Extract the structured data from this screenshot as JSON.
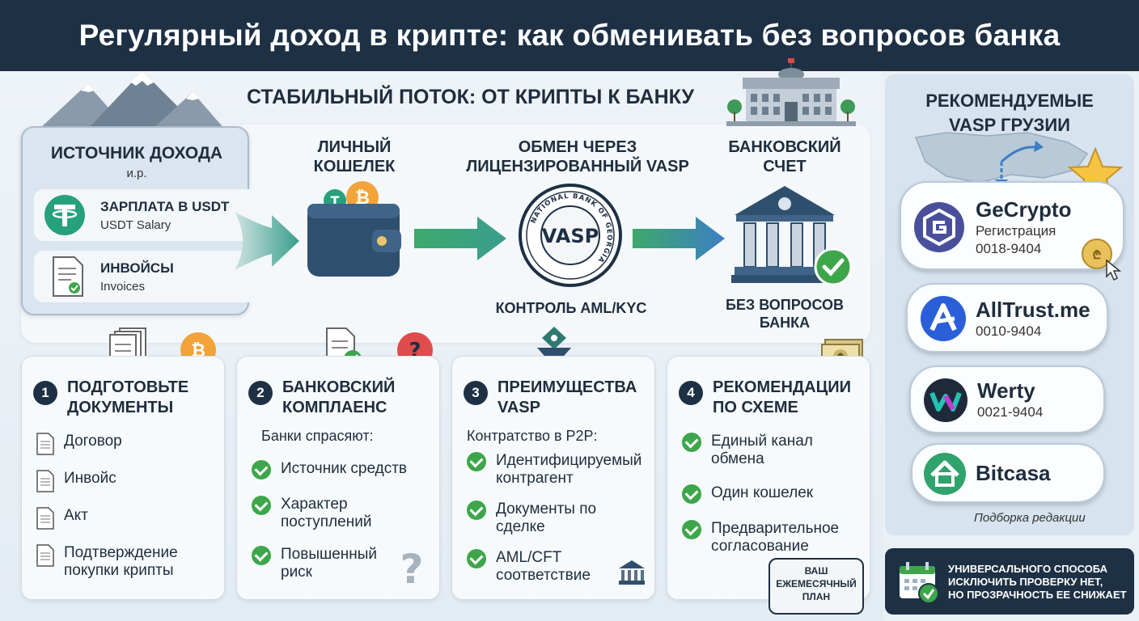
{
  "header": {
    "title": "Регулярный доход в крипте: как обменивать без вопросов банка"
  },
  "flow": {
    "heading": "СТАБИЛЬНЫЙ ПОТОК: ОТ КРИПТЫ К БАНКУ",
    "source": {
      "title": "ИСТОЧНИК ДОХОДА",
      "subtitle": "и.р.",
      "items": [
        {
          "label": "ЗАРПЛАТА В USDT",
          "sub": "USDT Salary"
        },
        {
          "label": "ИНВОЙСЫ",
          "sub": "Invoices"
        }
      ]
    },
    "wallet": {
      "title_line1": "ЛИЧНЫЙ",
      "title_line2": "КОШЕЛЕК"
    },
    "exchange": {
      "title_line1": "ОБМЕН ЧЕРЕЗ",
      "title_line2": "ЛИЦЕНЗИРОВАННЫЙ VASP",
      "seal_text": "VASP",
      "seal_ring": "NATIONAL BANK OF GEORGIA",
      "caption": "КОНТРОЛЬ AML/KYC"
    },
    "bank": {
      "title_line1": "БАНКОВСКИЙ",
      "title_line2": "СЧЕТ",
      "caption_line1": "БЕЗ ВОПРОСОВ",
      "caption_line2": "БАНКА"
    }
  },
  "cards": [
    {
      "num": "1",
      "title_line1": "ПОДГОТОВЬТЕ",
      "title_line2": "ДОКУМЕНТЫ",
      "items": [
        "Договор",
        "Инвойс",
        "Акт",
        "Подтверждение покупки крипты"
      ]
    },
    {
      "num": "2",
      "title_line1": "БАНКОВСКИЙ",
      "title_line2": "КОМПЛАЕНС",
      "lead": "Банки спрасяют:",
      "items": [
        "Источник средств",
        "Характер поступлений",
        "Повышенный риск"
      ]
    },
    {
      "num": "3",
      "title_line1": "ПРЕИМУЩЕСТВА",
      "title_line2": "VASP",
      "lead": "Контратство в P2P:",
      "items": [
        "Идентифицируемый контрагент",
        "Документы по сделке",
        "AML/CFT соответствие"
      ]
    },
    {
      "num": "4",
      "title_line1": "РЕКОМЕНДАЦИИ",
      "title_line2": "ПО СХЕМЕ",
      "items": [
        "Единый канал обмена",
        "Один кошелек",
        "Предварительное согласование"
      ],
      "bubble_line1": "ВАШ",
      "bubble_line2": "ЕЖЕМЕСЯЧНЫЙ",
      "bubble_line3": "ПЛАН"
    }
  ],
  "sidebar": {
    "title_line1": "РЕКОМЕНДУЕМЫЕ",
    "title_line2": "VASP ГРУЗИИ",
    "vasps": [
      {
        "name": "GeCrypto",
        "line1": "Регистрация",
        "line2": "0018-9404"
      },
      {
        "name": "AllTrust.me",
        "line1": "0010-9404"
      },
      {
        "name": "Werty",
        "line1": "0021-9404"
      },
      {
        "name": "Bitcasa"
      }
    ],
    "note": "Подборка редакции"
  },
  "footer": {
    "line1": "УНИВЕРСАЛЬНОГО СПОСОБА",
    "line2": "ИСКЛЮЧИТЬ ПРОВЕРКУ НЕТ,",
    "line3": "НО ПРОЗРАЧНОСТЬ ЕЕ СНИЖАЕТ"
  },
  "colors": {
    "header_bg": "#1e3044",
    "accent_green": "#3ea64a",
    "tether_green": "#26a17b",
    "bitcoin_orange": "#f2a33a",
    "arrow_teal": "#3a9e8e",
    "arrow_blue": "#3b7fc4"
  }
}
